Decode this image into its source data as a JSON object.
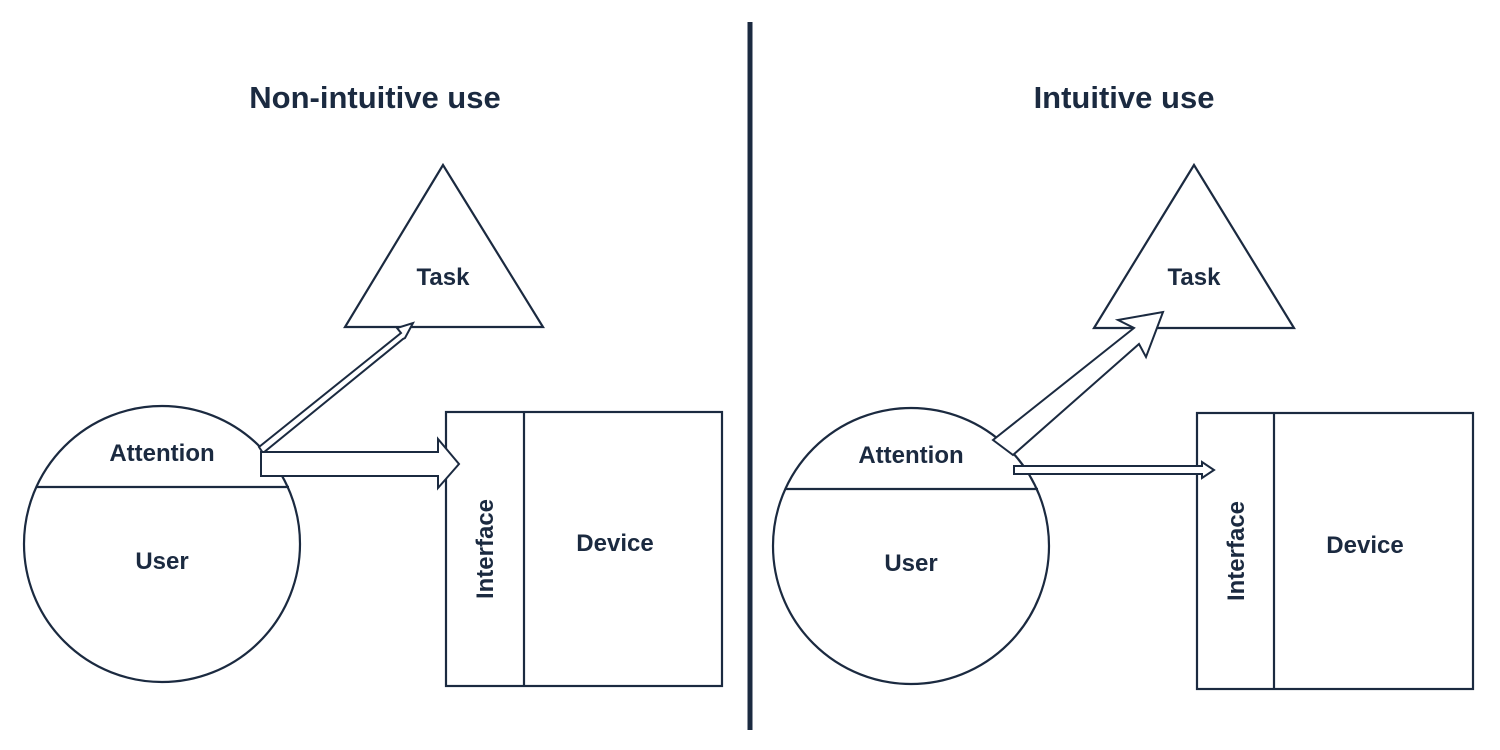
{
  "left_panel": {
    "title": "Non-intuitive use",
    "task_label": "Task",
    "attention_label": "Attention",
    "user_label": "User",
    "interface_label": "Interface",
    "device_label": "Device"
  },
  "right_panel": {
    "title": "Intuitive use",
    "task_label": "Task",
    "attention_label": "Attention",
    "user_label": "User",
    "interface_label": "Interface",
    "device_label": "Device"
  },
  "colors": {
    "ink": "#1b2a40",
    "background": "#ffffff"
  }
}
